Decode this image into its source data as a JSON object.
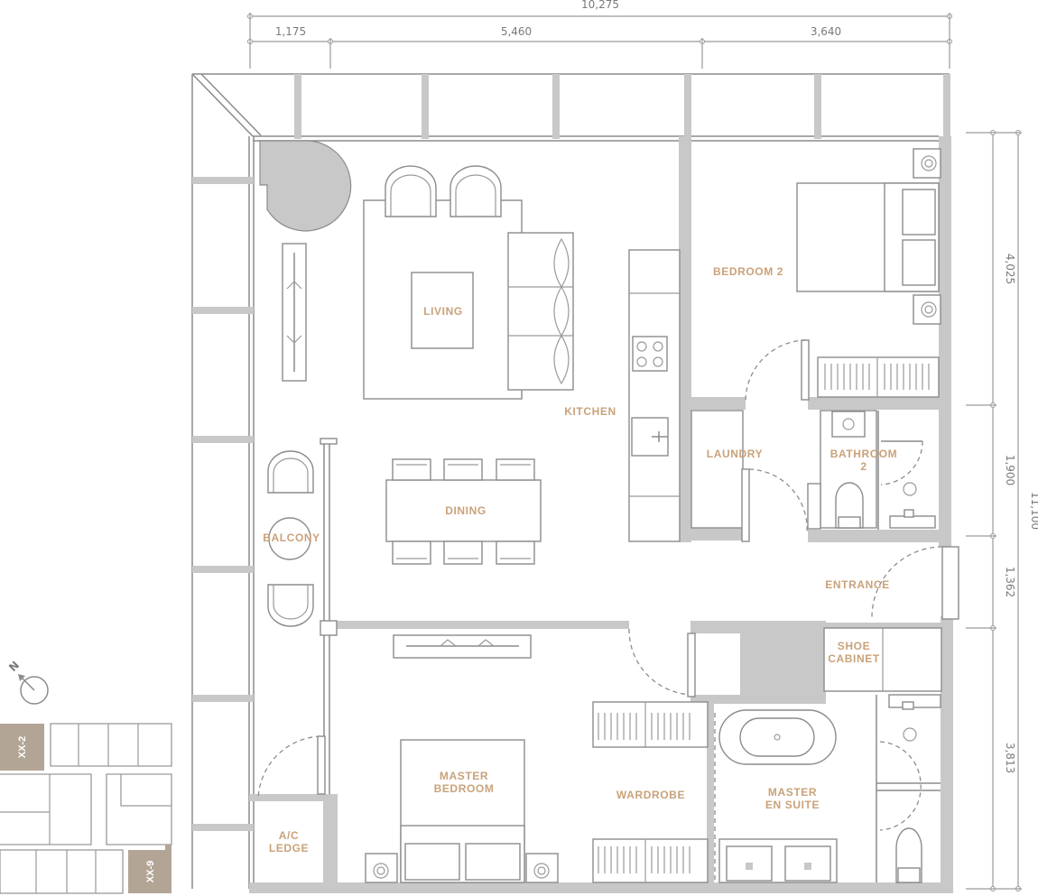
{
  "dimensions": {
    "total_width": "10,275",
    "segments_top": [
      "1,175",
      "5,460",
      "3,640"
    ],
    "total_depth": "11,100",
    "segments_right": [
      "4,025",
      "1,900",
      "1,362",
      "3,813"
    ]
  },
  "rooms": {
    "living": "LIVING",
    "kitchen": "KITCHEN",
    "dining": "DINING",
    "balcony": "BALCONY",
    "bedroom2": "BEDROOM 2",
    "laundry": "LAUNDRY",
    "bathroom2_line1": "BATHROOM",
    "bathroom2_line2": "2",
    "entrance": "ENTRANCE",
    "shoe_cabinet_line1": "SHOE",
    "shoe_cabinet_line2": "CABINET",
    "master_bedroom_line1": "MASTER",
    "master_bedroom_line2": "BEDROOM",
    "wardrobe": "WARDROBE",
    "master_ensuite_line1": "MASTER",
    "master_ensuite_line2": "EN SUITE",
    "ac_ledge_line1": "A/C",
    "ac_ledge_line2": "LEDGE"
  },
  "key_plan": {
    "north_label": "N",
    "unit_top": "XX-2",
    "unit_bottom": "XX-9",
    "highlight_color": "#b3a595"
  },
  "colors": {
    "room_label": "#c9a27a",
    "wall_fill": "#c8c8c8",
    "line": "#8c8c8c"
  }
}
